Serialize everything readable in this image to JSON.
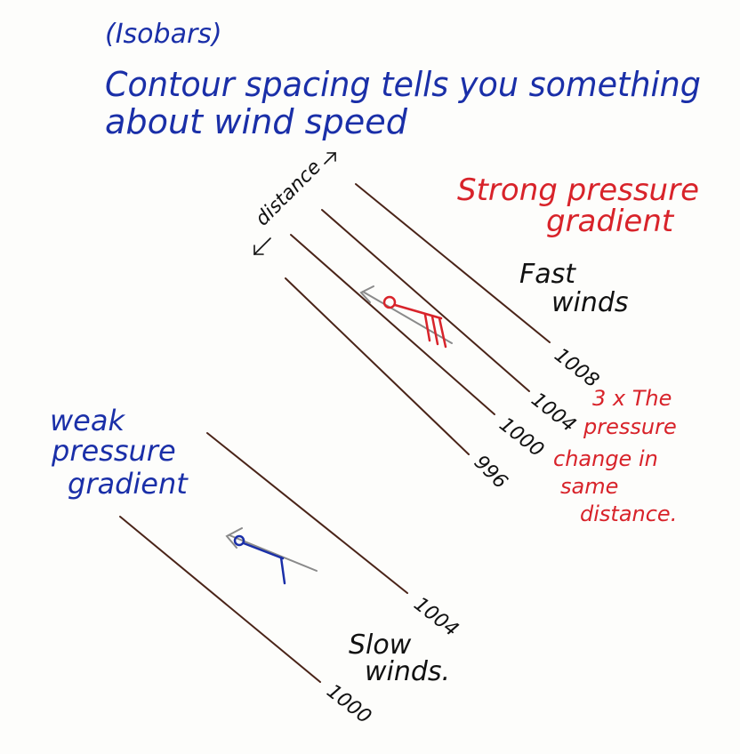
{
  "header": {
    "subtitle": "(Isobars)",
    "title_line1": "Contour spacing tells you something",
    "title_line2": "about wind speed"
  },
  "strong": {
    "distance_label": "distance",
    "gradient_line1": "Strong pressure",
    "gradient_line2": "gradient",
    "winds_line1": "Fast",
    "winds_line2": "winds",
    "isobars": [
      "1008",
      "1004",
      "1000",
      "996"
    ],
    "note_lines": [
      "3 x The",
      "pressure",
      "change in",
      "same",
      "distance."
    ]
  },
  "weak": {
    "gradient_line1": "weak",
    "gradient_line2": "pressure",
    "gradient_line3": "gradient",
    "winds_line1": "Slow",
    "winds_line2": "winds.",
    "isobars": [
      "1004",
      "1000"
    ]
  },
  "colors": {
    "blue_ink": "#1a2fa8",
    "red_ink": "#d8232a",
    "isobar": "#4a2418",
    "arrow_gray": "#8a8a8a"
  }
}
